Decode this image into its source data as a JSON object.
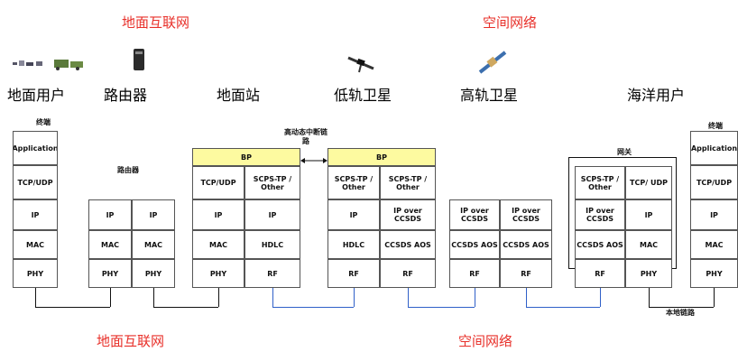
{
  "titles": {
    "top_left": "地面互联网",
    "top_right": "空间网络",
    "bottom_left": "地面互联网",
    "bottom_right": "空间网络"
  },
  "nodes": {
    "ground_user": "地面用户",
    "router": "路由器",
    "ground_station": "地面站",
    "leo": "低轨卫星",
    "geo": "高轨卫星",
    "ocean_user": "海洋用户"
  },
  "labels": {
    "terminal_left": "终端",
    "router_stack": "路由器",
    "disruption_link": "高动态中断链路",
    "gateway": "网关",
    "terminal_right": "终端",
    "local_link": "本地链路"
  },
  "stack": {
    "app": "Application",
    "tcpudp": "TCP/UDP",
    "ip": "IP",
    "mac": "MAC",
    "phy": "PHY",
    "bp": "BP",
    "scps_tp": "SCPS-TP / Other",
    "hdlc": "HDLC",
    "rf": "RF",
    "ccsds_aos": "CCSDS AOS",
    "ip_over_ccsds": "IP over CCSDS",
    "tcp_udp_slash": "TCP/ UDP"
  }
}
